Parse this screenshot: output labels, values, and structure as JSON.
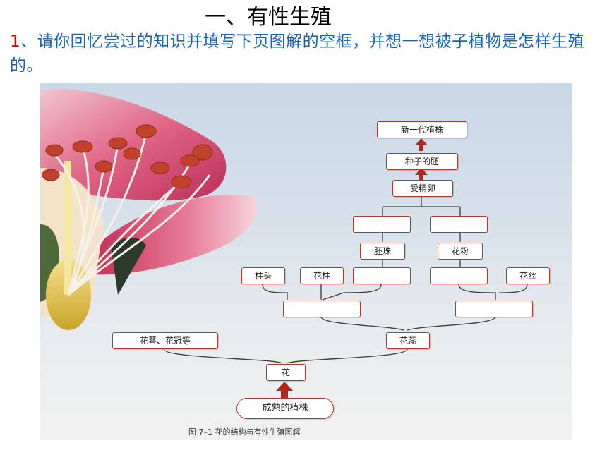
{
  "slide": {
    "title": "一、有性生殖",
    "question_number": "1",
    "question_text": "、请你回忆尝过的知识并填写下页图解的空框，并想一想被子植物是怎样生殖的。"
  },
  "diagram": {
    "nodes": {
      "new_plant": "新一代植株",
      "embryo": "种子的胚",
      "zygote": "受精卵",
      "ovule": "胚珠",
      "pollen": "花粉",
      "stigma": "柱头",
      "style": "花柱",
      "filament": "花丝",
      "sepals_petals": "花萼、花冠等",
      "stamen_pistil": "花蕊",
      "flower": "花",
      "mature_plant": "成熟的植株"
    },
    "caption": "图 7–1  花的结构与有性生殖图解"
  },
  "colors": {
    "box_border": "#b13a2a",
    "arrow": "#b3261e",
    "question_text": "#1565c0",
    "question_number": "#e00000"
  }
}
